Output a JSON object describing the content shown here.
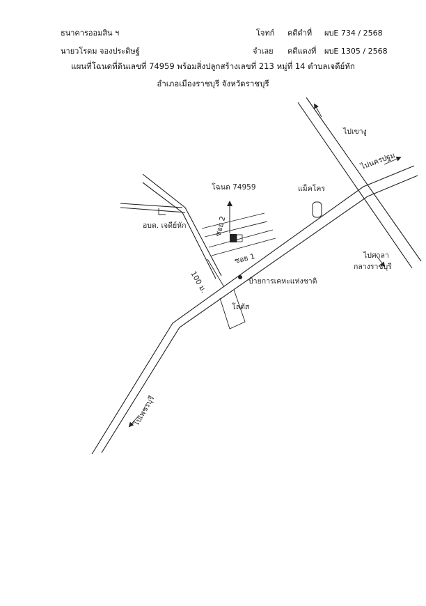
{
  "header": {
    "plaintiff_label": "ธนาคารออมสิน ฯ",
    "defendant_label": "นายวโรดม  จองประดิษฐ์",
    "plaintiff_role": "โจทก์",
    "defendant_role": "จำเลย",
    "black_case_label": "คดีดำที่",
    "red_case_label": "คดีแดงที่",
    "black_case_no": "ผบE 734  / 2568",
    "red_case_no": "ผบE 1305 / 2568"
  },
  "title": {
    "line1": "แผนที่โฉนดที่ดินเลขที่ 74959 พร้อมสิ่งปลูกสร้างเลขที่ 213 หมู่ที่ 14 ตำบลเจดีย์หัก",
    "line2": "อำเภอเมืองราชบุรี จังหวัดราชบุรี"
  },
  "map": {
    "to_khao_ngu": "ไปเขางู",
    "to_nakhon_pathom": "ไปนครปฐม",
    "deed_label": "โฉนด 74959",
    "mac_cro": "แม็คโคร",
    "tambon_office": "อบต. เจดีย์หัก",
    "soi2": "ซอย 2",
    "soi1": "ซอย 1",
    "to_central_market": "ไปศาลา",
    "to_central_market2": "กลางราชบุรี",
    "distance": "100 ม.",
    "national_sign": "ป้ายการเคหะแห่งชาติ",
    "lotus": "โลตัส",
    "to_phetchaburi": "ไปเพชรบุรี"
  }
}
